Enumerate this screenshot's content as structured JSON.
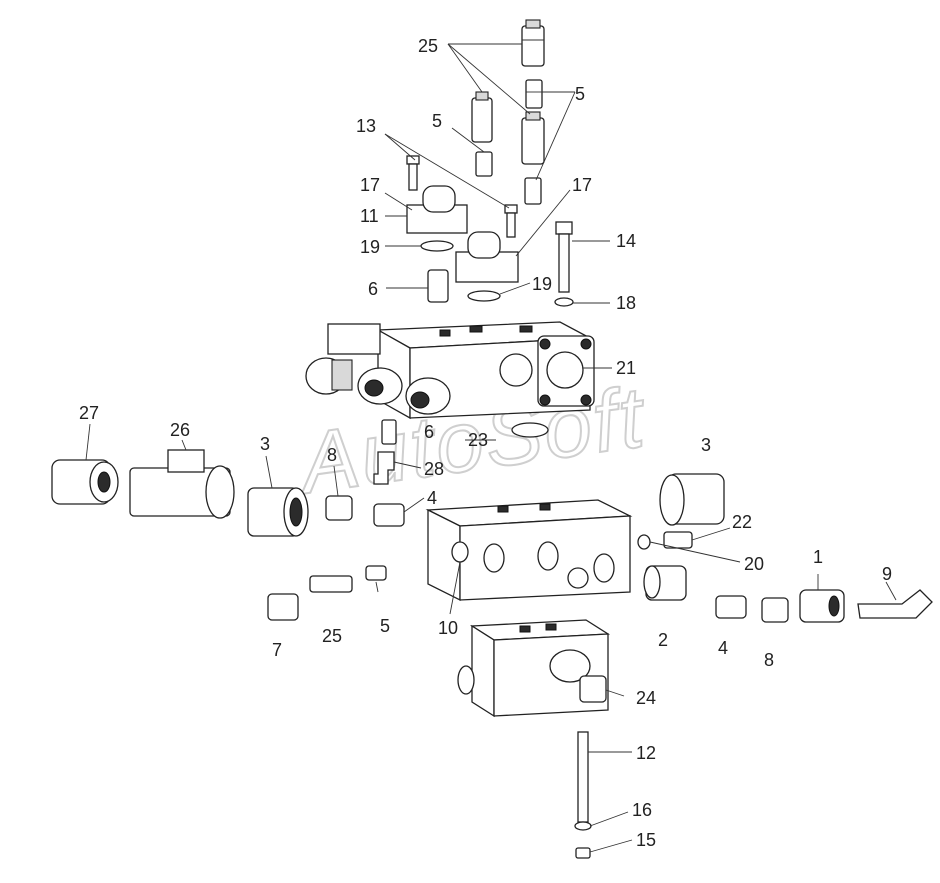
{
  "watermark": "AutoSoft",
  "callouts": [
    {
      "id": "c25a",
      "text": "25"
    },
    {
      "id": "c5a",
      "text": "5"
    },
    {
      "id": "c5b",
      "text": "5"
    },
    {
      "id": "c13",
      "text": "13"
    },
    {
      "id": "c17a",
      "text": "17"
    },
    {
      "id": "c17b",
      "text": "17"
    },
    {
      "id": "c11",
      "text": "11"
    },
    {
      "id": "c14",
      "text": "14"
    },
    {
      "id": "c19a",
      "text": "19"
    },
    {
      "id": "c19b",
      "text": "19"
    },
    {
      "id": "c6a",
      "text": "6"
    },
    {
      "id": "c18",
      "text": "18"
    },
    {
      "id": "c21",
      "text": "21"
    },
    {
      "id": "c27",
      "text": "27"
    },
    {
      "id": "c26",
      "text": "26"
    },
    {
      "id": "c3a",
      "text": "3"
    },
    {
      "id": "c8a",
      "text": "8"
    },
    {
      "id": "c6b",
      "text": "6"
    },
    {
      "id": "c23",
      "text": "23"
    },
    {
      "id": "c28",
      "text": "28"
    },
    {
      "id": "c4a",
      "text": "4"
    },
    {
      "id": "c3b",
      "text": "3"
    },
    {
      "id": "c22",
      "text": "22"
    },
    {
      "id": "c20",
      "text": "20"
    },
    {
      "id": "c1",
      "text": "1"
    },
    {
      "id": "c9",
      "text": "9"
    },
    {
      "id": "c7",
      "text": "7"
    },
    {
      "id": "c25b",
      "text": "25"
    },
    {
      "id": "c5c",
      "text": "5"
    },
    {
      "id": "c10",
      "text": "10"
    },
    {
      "id": "c2",
      "text": "2"
    },
    {
      "id": "c4b",
      "text": "4"
    },
    {
      "id": "c8b",
      "text": "8"
    },
    {
      "id": "c24",
      "text": "24"
    },
    {
      "id": "c12",
      "text": "12"
    },
    {
      "id": "c16",
      "text": "16"
    },
    {
      "id": "c15",
      "text": "15"
    }
  ]
}
